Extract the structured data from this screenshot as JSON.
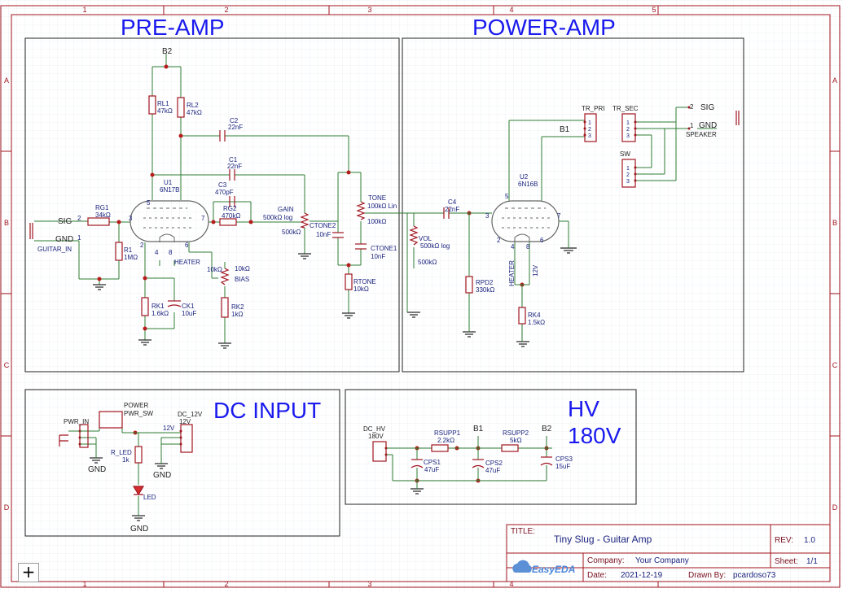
{
  "border": {
    "cols": [
      "1",
      "2",
      "3",
      "4",
      "5"
    ],
    "rows": [
      "A",
      "B",
      "C",
      "D"
    ]
  },
  "sections": {
    "preamp": "PRE-AMP",
    "poweramp": "POWER-AMP",
    "dcinput": "DC INPUT",
    "hv_line1": "HV",
    "hv_line2": "180V"
  },
  "titleblock": {
    "title_label": "TITLE:",
    "title": "Tiny Slug - Guitar Amp",
    "rev_label": "REV:",
    "rev": "1.0",
    "company_label": "Company:",
    "company": "Your Company",
    "sheet_label": "Sheet:",
    "sheet": "1/1",
    "date_label": "Date:",
    "date": "2021-12-19",
    "drawn_label": "Drawn By:",
    "drawn": "pcardoso73",
    "logo": "EasyEDA"
  },
  "preamp": {
    "b2": "B2",
    "rl1": [
      "RL1",
      "47kΩ"
    ],
    "rl2": [
      "RL2",
      "47kΩ"
    ],
    "c2": [
      "C2",
      "22nF"
    ],
    "c1": [
      "C1",
      "22nF"
    ],
    "u1": [
      "U1",
      "6N17B"
    ],
    "c3": [
      "C3",
      "470pF"
    ],
    "rg1": [
      "RG1",
      "34kΩ"
    ],
    "rg2": [
      "RG2",
      "470kΩ"
    ],
    "gain": [
      "GAIN",
      "500kΩ log",
      "500kΩ"
    ],
    "ctone2": [
      "CTONE2",
      "10nF"
    ],
    "tone": [
      "TONE",
      "100kΩ Lin",
      "100kΩ"
    ],
    "ctone1": [
      "CTONE1",
      "10nF"
    ],
    "rtone": [
      "RTONE",
      "10kΩ"
    ],
    "sig": "SIG",
    "gnd": "GND",
    "guitar_in": "GUITAR_IN",
    "r1": [
      "R1",
      "1MΩ"
    ],
    "heater": "HEATER",
    "bias": [
      "10kΩ",
      "10kΩ",
      "BIAS"
    ],
    "rk1": [
      "RK1",
      "1.6kΩ"
    ],
    "ck1": [
      "CK1",
      "10uF"
    ],
    "rk2": [
      "RK2",
      "1kΩ"
    ],
    "pins": {
      "p2": "2",
      "p1": "1",
      "p3": "3",
      "p5": "5",
      "p7": "7",
      "p6": "6",
      "p4": "4",
      "p8": "8",
      "p2b": "2"
    }
  },
  "poweramp": {
    "tr_pri": "TR_PRI",
    "tr_sec": "TR_SEC",
    "b1": "B1",
    "sig": "SIG",
    "gnd": "GND",
    "speaker": "SPEAKER",
    "sw": "SW",
    "u2": [
      "U2",
      "6N16B"
    ],
    "c4": [
      "C4",
      "22nF"
    ],
    "vol": [
      "VOL",
      "500kΩ log",
      "500kΩ"
    ],
    "rpd2": [
      "RPD2",
      "330kΩ"
    ],
    "heater": "HEATER",
    "v12": "12V",
    "rk4": [
      "RK4",
      "1.5kΩ"
    ],
    "pins": {
      "p3": "3",
      "p5": "5",
      "p7": "7",
      "p2": "2",
      "p4": "4",
      "p8": "8",
      "p6": "6",
      "s1": "1",
      "s2": "2",
      "s3": "3"
    }
  },
  "dcinput": {
    "pwr_in": "PWR_IN",
    "power": "POWER",
    "pwr_sw": "PWR_SW",
    "dc_12v": [
      "DC_12V",
      "12V"
    ],
    "v12": "12V",
    "r_led": [
      "R_LED",
      "1k"
    ],
    "led": "LED",
    "gnd": "GND"
  },
  "hv": {
    "dc_hv": [
      "DC_HV",
      "180V"
    ],
    "rsupp1": [
      "RSUPP1",
      "2.2kΩ"
    ],
    "rsupp2": [
      "RSUPP2",
      "5kΩ"
    ],
    "b1": "B1",
    "b2": "B2",
    "cps1": [
      "CPS1",
      "47uF"
    ],
    "cps2": [
      "CPS2",
      "47uF"
    ],
    "cps3": [
      "CPS3",
      "15uF"
    ]
  },
  "zoom_label": "+",
  "colors": {
    "wire": "#2e7d32",
    "component": "#a0141e",
    "text": "#1a237e",
    "heading": "#1a1aee",
    "junction": "#b71c1c"
  }
}
